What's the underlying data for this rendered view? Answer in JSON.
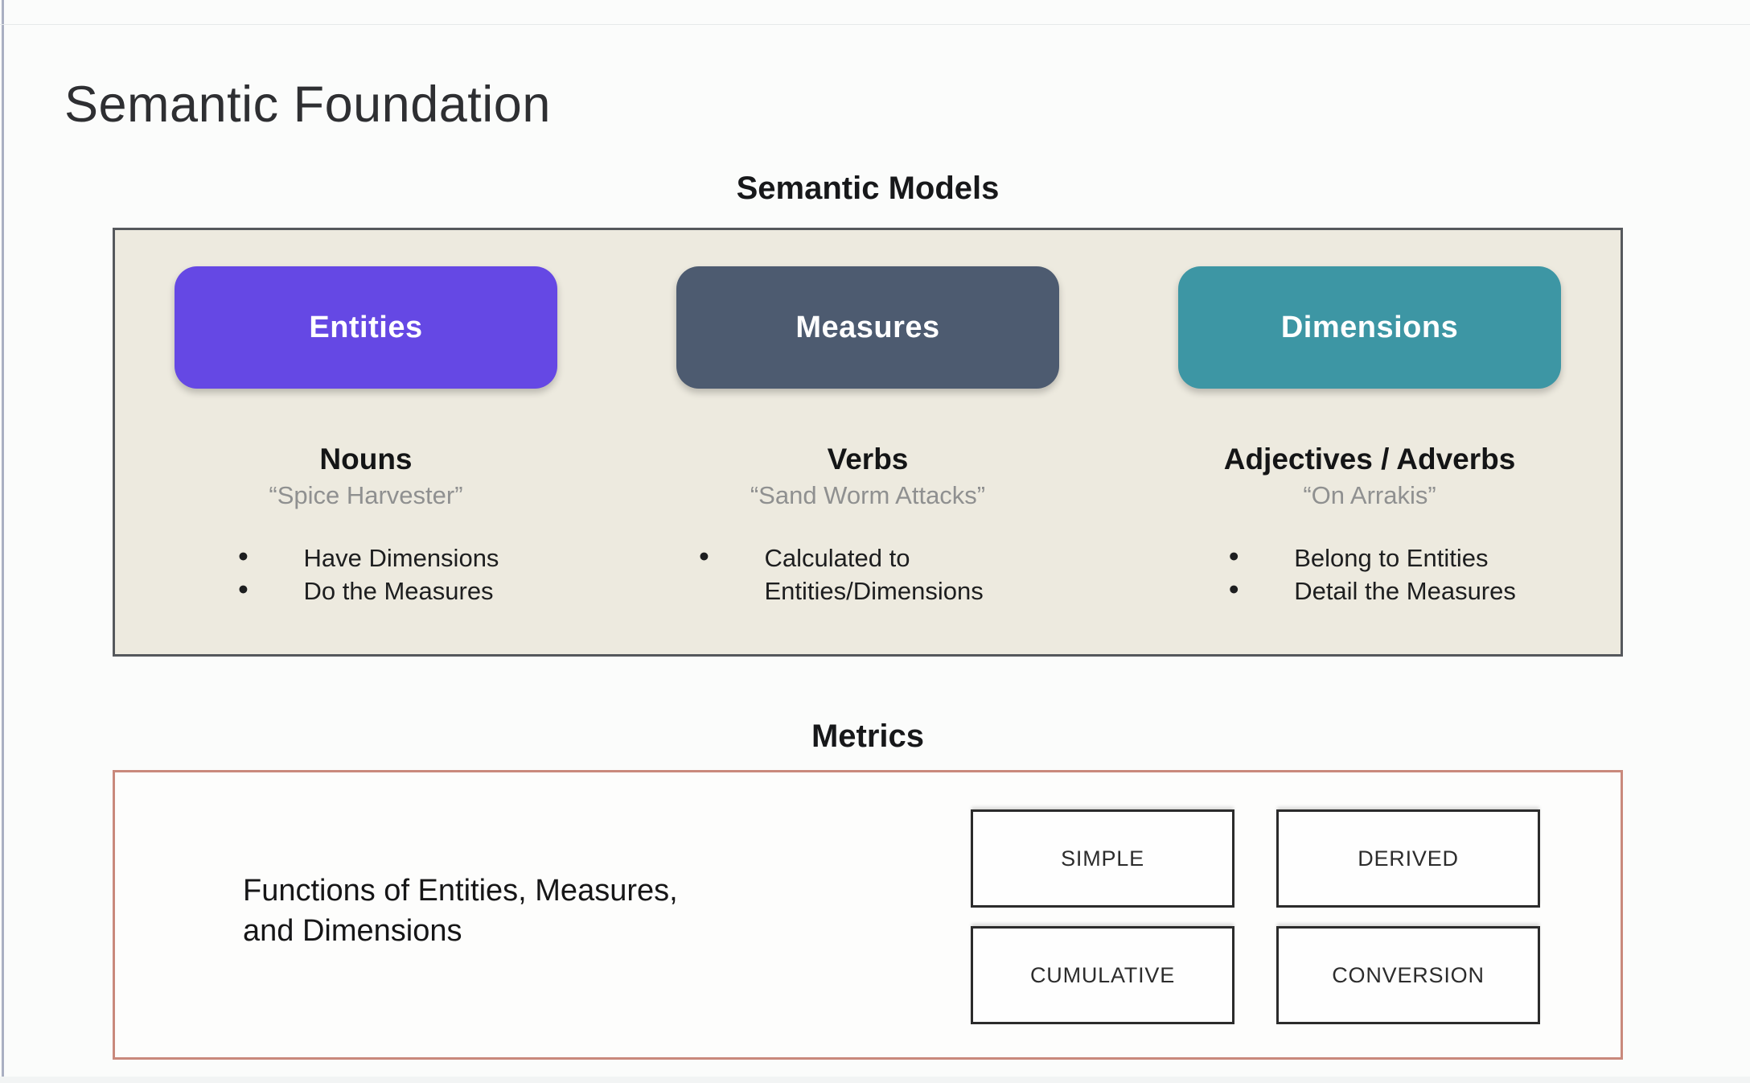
{
  "page": {
    "title": "Semantic Foundation"
  },
  "semantic_models": {
    "header": "Semantic Models",
    "columns": [
      {
        "button": "Entities",
        "heading": "Nouns",
        "quote": "“Spice Harvester”",
        "bullets": [
          "Have Dimensions",
          "Do the Measures"
        ]
      },
      {
        "button": "Measures",
        "heading": "Verbs",
        "quote": "“Sand Worm Attacks”",
        "bullets": [
          "Calculated to Entities/Dimensions"
        ]
      },
      {
        "button": "Dimensions",
        "heading": "Adjectives / Adverbs",
        "quote": "“On Arrakis”",
        "bullets": [
          "Belong to Entities",
          "Detail the Measures"
        ]
      }
    ]
  },
  "metrics": {
    "header": "Metrics",
    "description_line1": "Functions of Entities, Measures,",
    "description_line2": "and Dimensions",
    "boxes": [
      "SIMPLE",
      "DERIVED",
      "CUMULATIVE",
      "CONVERSION"
    ]
  },
  "colors": {
    "entities": "#6548e4",
    "measures": "#4d5b70",
    "dimensions": "#3d96a4",
    "models_panel_bg": "#edeadf",
    "models_panel_border": "#55585c",
    "metrics_panel_border": "#c9897c",
    "quote_text": "#8f9090"
  }
}
